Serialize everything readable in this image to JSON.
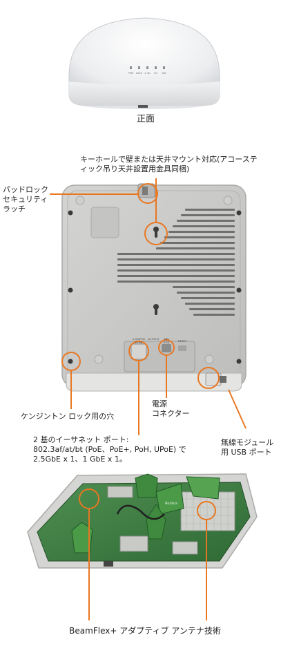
{
  "front": {
    "caption": "正面",
    "led_labels": [
      "PWR",
      "DATA",
      "2.4G",
      "5G",
      "AIR"
    ]
  },
  "bottom_view": {
    "callouts": {
      "keyhole": "キーホールで壁または天井マウント対応(アコースティック吊り天井設置用金具同梱)",
      "padlock": "パッドロック\nセキュリティ\nラッチ",
      "kensington": "ケンジントン ロック用の穴",
      "power": "電源\nコネクター",
      "ethernet": "2 基のイーサネット ポート:\n802.3af/at/bt (PoE、PoE+, PoH, UPoE) で\n2.5GbE x 1、1 GbE x 1。",
      "usb": "無線モジュール\n用 USB ポート"
    },
    "port_labels": {
      "eth0": "2.5G/POE\nETH0",
      "eth1": "1G ETH1",
      "dc": "48V\n0.5A",
      "reset": "RESET"
    }
  },
  "internal": {
    "caption": "BeamFlex+ アダプティブ アンテナ技術",
    "board_brand": "Ruckus"
  },
  "colors": {
    "accent": "#e87722",
    "housing": "#c9c9c7",
    "pcb": "#3f7d43"
  }
}
